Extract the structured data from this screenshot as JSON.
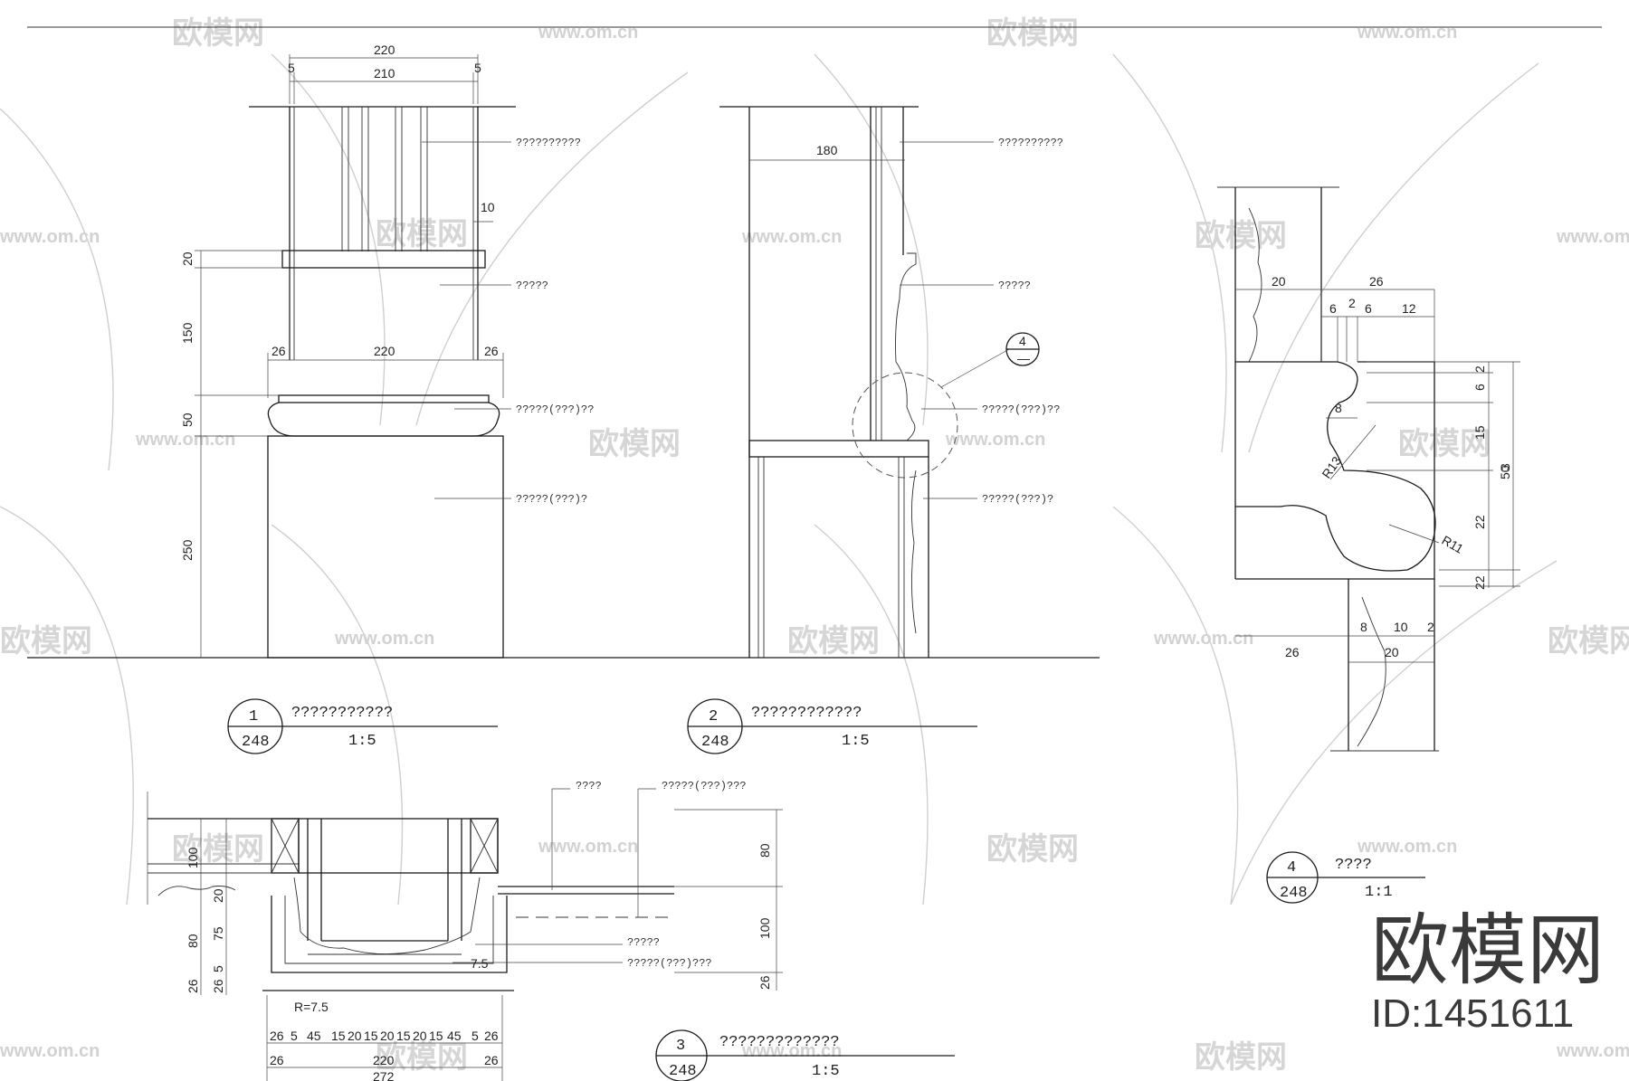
{
  "watermark": {
    "brand": "欧模网",
    "url": "www.om.cn"
  },
  "corner_brand": {
    "name": "欧模网",
    "id": "ID:1451611"
  },
  "detail1": {
    "dims": {
      "d220_top": "220",
      "d210": "210",
      "d5l": "5",
      "d5r": "5",
      "d10": "10",
      "d20": "20",
      "d150": "150",
      "d26l": "26",
      "d220_mid": "220",
      "d26r": "26",
      "d50": "50",
      "d250": "250"
    },
    "notes": [
      "??????????",
      "?????",
      "?????(???)??",
      "?????(???)?"
    ],
    "title": {
      "number": "1",
      "sheet": "248",
      "name": "???????????",
      "scale": "1:5"
    }
  },
  "detail2": {
    "dims": {
      "d180": "180"
    },
    "notes": [
      "??????????",
      "?????",
      "?????(???)??",
      "?????(???)?"
    ],
    "callout": {
      "number": "4",
      "sheet": "—"
    },
    "title": {
      "number": "2",
      "sheet": "248",
      "name": "????????????",
      "scale": "1:5"
    }
  },
  "detail3": {
    "dims": {
      "d80r": "80",
      "d100r": "100",
      "d26r": "26",
      "d100l": "100",
      "d20l": "20",
      "d75l": "75",
      "d5l": "5",
      "d26l": "26",
      "d80l": "80",
      "d26l2": "26",
      "d7_5": "7.5",
      "radius": "R=7.5",
      "row1": [
        "26",
        "5",
        "45",
        "15",
        "20",
        "15",
        "20",
        "15",
        "20",
        "15",
        "45",
        "5",
        "26"
      ],
      "row2_left": "26",
      "row2_mid": "220",
      "row2_right": "26",
      "row3": "272"
    },
    "notes": [
      "????",
      "?????(???)???",
      "?????",
      "?????(???)???"
    ],
    "title": {
      "number": "3",
      "sheet": "248",
      "name": "?????????????",
      "scale": "1:5"
    }
  },
  "detail4": {
    "dims": {
      "d20": "20",
      "d26top": "26",
      "d6a": "6",
      "d2": "2",
      "d6b": "6",
      "d12": "12",
      "d8": "8",
      "r13": "R13",
      "r11": "R11",
      "right": [
        "2",
        "6",
        "15",
        "50",
        "22",
        "22",
        "3"
      ],
      "b8": "8",
      "b10": "10",
      "b2": "2",
      "b26": "26",
      "b20": "20"
    },
    "title": {
      "number": "4",
      "sheet": "248",
      "name": "????",
      "scale": "1:1"
    }
  }
}
